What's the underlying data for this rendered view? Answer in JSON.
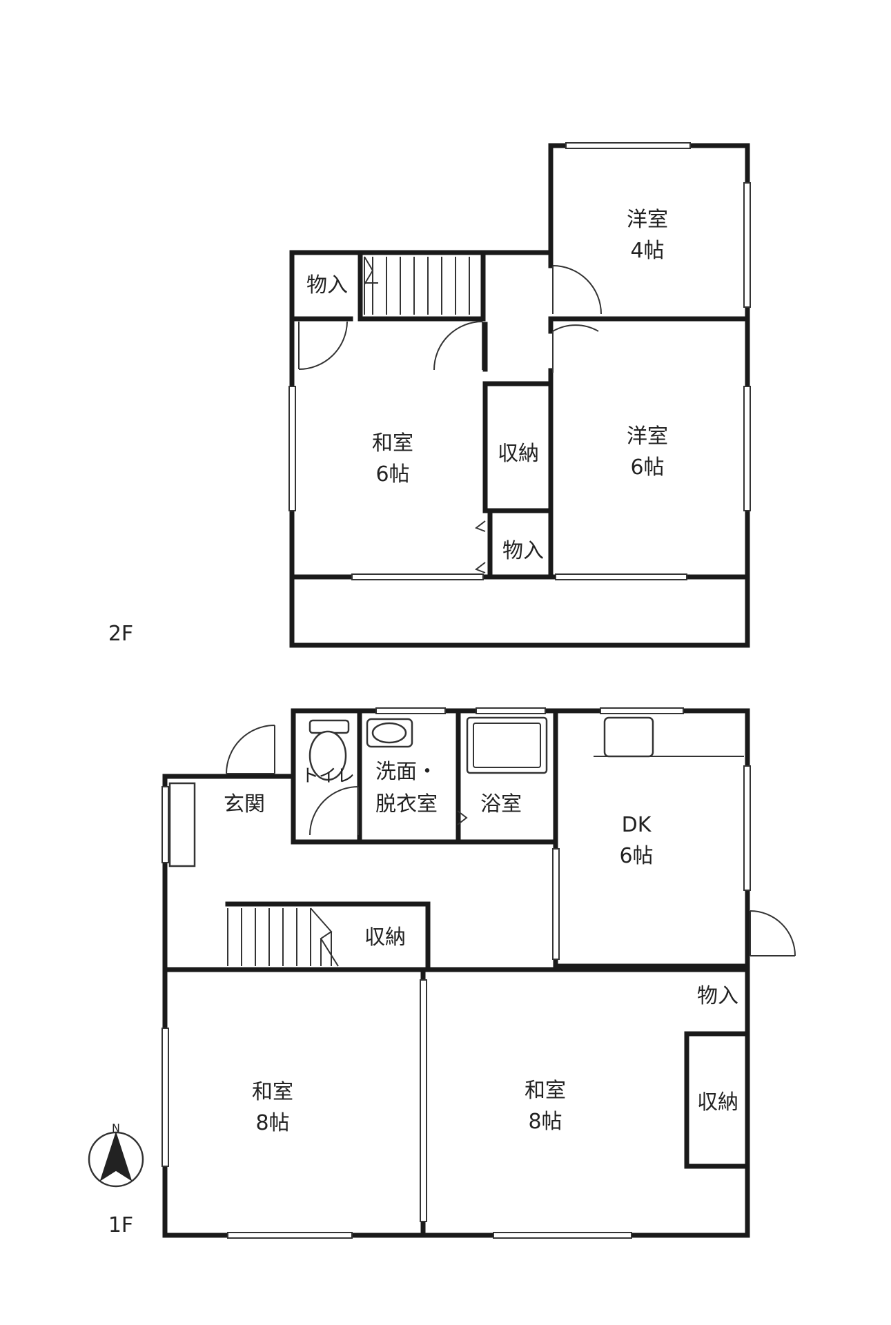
{
  "floors": [
    {
      "id": "2F",
      "label": "2F",
      "rooms": [
        {
          "key": "storage_nw",
          "name": "物入",
          "size": ""
        },
        {
          "key": "western_4",
          "name": "洋室",
          "size": "4帖"
        },
        {
          "key": "japanese_6",
          "name": "和室",
          "size": "6帖"
        },
        {
          "key": "closet",
          "name": "収納",
          "size": ""
        },
        {
          "key": "western_6",
          "name": "洋室",
          "size": "6帖"
        },
        {
          "key": "storage_mid",
          "name": "物入",
          "size": ""
        }
      ]
    },
    {
      "id": "1F",
      "label": "1F",
      "rooms": [
        {
          "key": "toilet",
          "name": "トイレ",
          "size": ""
        },
        {
          "key": "washroom_1",
          "name": "洗面・",
          "size": ""
        },
        {
          "key": "washroom_2",
          "name": "脱衣室",
          "size": ""
        },
        {
          "key": "bath",
          "name": "浴室",
          "size": ""
        },
        {
          "key": "entrance",
          "name": "玄関",
          "size": ""
        },
        {
          "key": "dk",
          "name": "DK",
          "size": "6帖"
        },
        {
          "key": "stair_closet",
          "name": "収納",
          "size": ""
        },
        {
          "key": "storage_e",
          "name": "物入",
          "size": ""
        },
        {
          "key": "closet_e",
          "name": "収納",
          "size": ""
        },
        {
          "key": "japanese_8_w",
          "name": "和室",
          "size": "8帖"
        },
        {
          "key": "japanese_8_e",
          "name": "和室",
          "size": "8帖"
        }
      ]
    }
  ],
  "compass": {
    "letter": "N"
  }
}
